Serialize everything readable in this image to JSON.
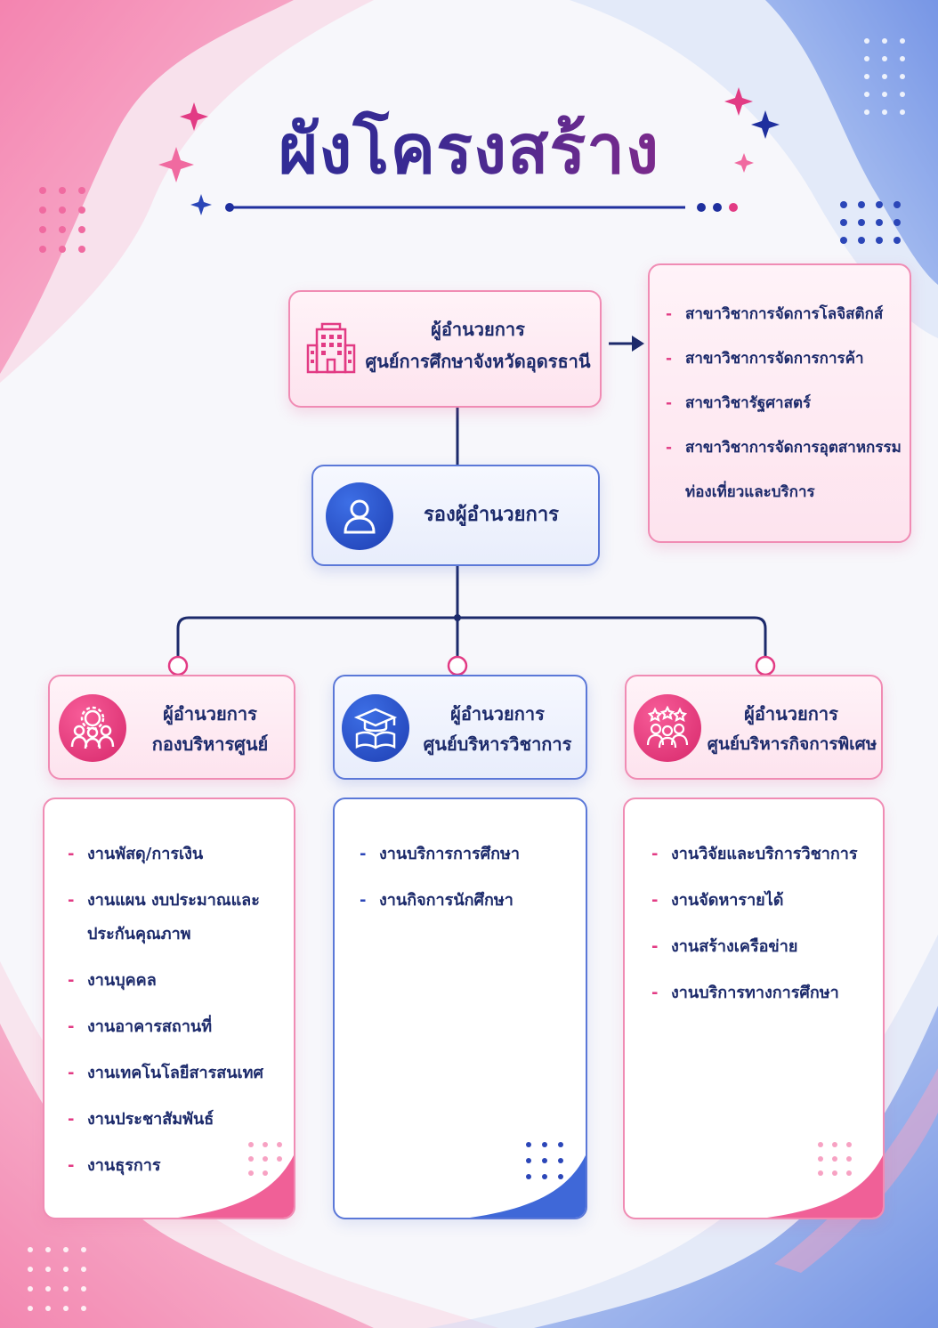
{
  "title": "ผังโครงสร้าง",
  "colors": {
    "navy": "#1c2a6b",
    "pink": "#e23b84",
    "blue": "#2b46b8"
  },
  "director": {
    "line1": "ผู้อำนวยการ",
    "line2": "ศูนย์การศึกษาจังหวัดอุดรธานี",
    "icon": "building-icon"
  },
  "programs": [
    "สาขาวิชาการจัดการโลจิสติกส์",
    "สาขาวิชาการจัดการการค้า",
    "สาขาวิชารัฐศาสตร์",
    "สาขาวิชาการจัดการอุตสาหกรรม",
    "ท่องเที่ยวและบริการ"
  ],
  "deputy": {
    "label": "รองผู้อำนวยการ",
    "icon": "person-icon"
  },
  "divisions": [
    {
      "line1": "ผู้อำนวยการ",
      "line2": "กองบริหารศูนย์",
      "icon": "team-gear-icon",
      "tasks": [
        "งานพัสดุ/การเงิน",
        "งานแผน งบประมาณและ",
        "ประกันคุณภาพ",
        "งานบุคคล",
        "งานอาคารสถานที่",
        "งานเทคโนโลยีสารสนเทศ",
        "งานประชาสัมพันธ์",
        "งานธุรการ"
      ]
    },
    {
      "line1": "ผู้อำนวยการ",
      "line2": "ศูนย์บริหารวิชาการ",
      "icon": "graduation-book-icon",
      "tasks": [
        "งานบริการการศึกษา",
        "งานกิจการนักศึกษา"
      ]
    },
    {
      "line1": "ผู้อำนวยการ",
      "line2": "ศูนย์บริหารกิจการพิเศษ",
      "icon": "team-stars-icon",
      "tasks": [
        "งานวิจัยและบริการวิชาการ",
        "งานจัดหารายได้",
        "งานสร้างเครือข่าย",
        "งานบริการทางการศึกษา"
      ]
    }
  ]
}
